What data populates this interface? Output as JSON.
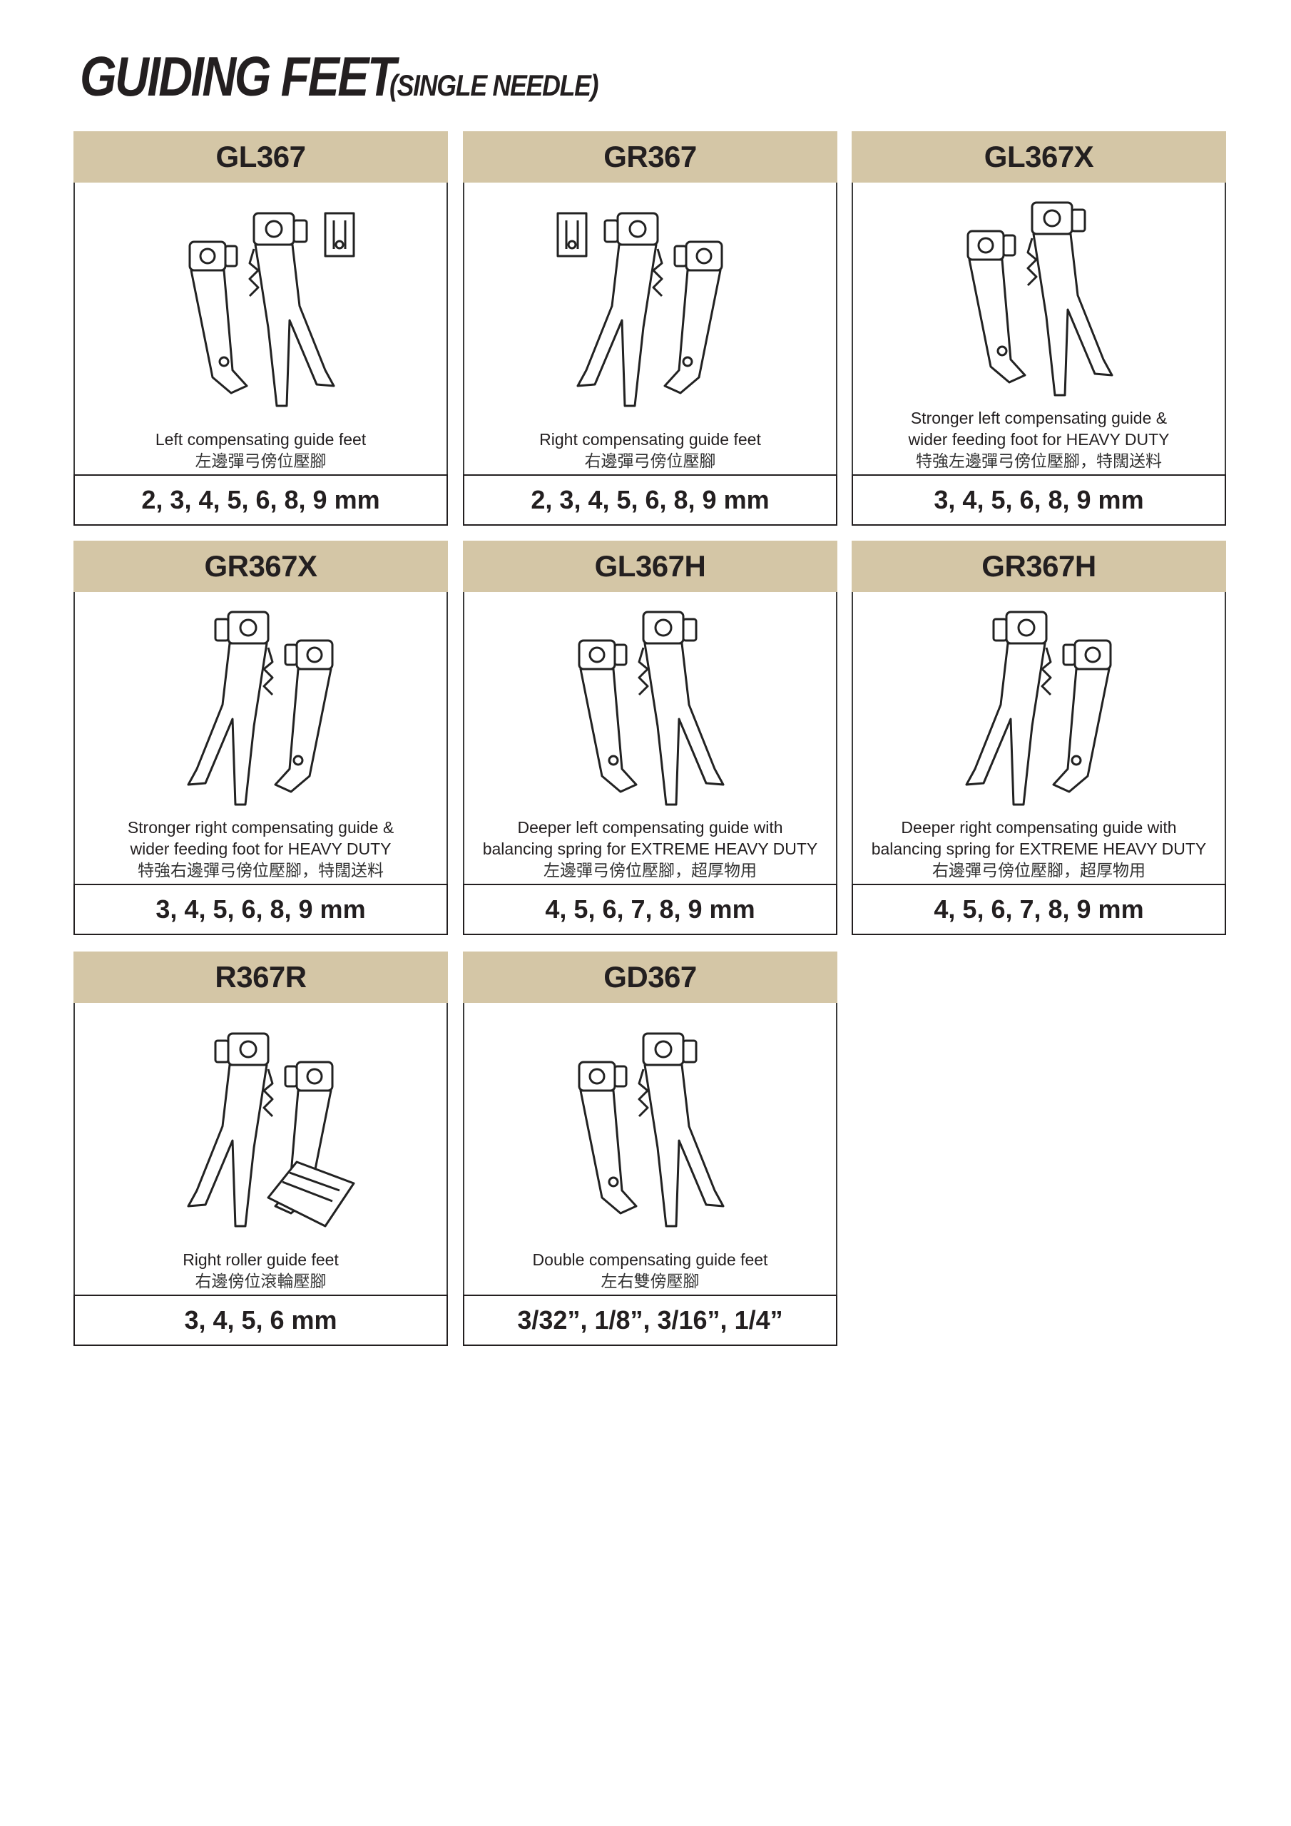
{
  "page": {
    "title": "GUIDING FEET",
    "subtitle": "(SINGLE NEEDLE)"
  },
  "colors": {
    "header_bg": "#d4c6a6",
    "text": "#231f20"
  },
  "products": [
    {
      "model": "GL367",
      "desc_en": [
        "Left compensating guide feet"
      ],
      "desc_zh": "左邊彈弓傍位壓腳",
      "sizes": "2, 3, 4, 5, 6, 8, 9 mm",
      "icon": "left-compensating-foot-illustration"
    },
    {
      "model": "GR367",
      "desc_en": [
        "Right compensating guide feet"
      ],
      "desc_zh": "右邊彈弓傍位壓腳",
      "sizes": "2, 3, 4, 5, 6, 8, 9 mm",
      "icon": "right-compensating-foot-illustration"
    },
    {
      "model": "GL367X",
      "desc_en": [
        "Stronger left compensating guide &",
        "wider feeding foot for HEAVY DUTY"
      ],
      "desc_zh": "特強左邊彈弓傍位壓腳，特闊送料",
      "sizes": "3, 4, 5, 6, 8, 9 mm",
      "icon": "heavy-duty-left-foot-illustration"
    },
    {
      "model": "GR367X",
      "desc_en": [
        "Stronger right compensating guide &",
        "wider feeding foot for HEAVY DUTY"
      ],
      "desc_zh": "特強右邊彈弓傍位壓腳，特闊送料",
      "sizes": "3, 4, 5, 6, 8, 9 mm",
      "icon": "heavy-duty-right-foot-illustration"
    },
    {
      "model": "GL367H",
      "desc_en": [
        "Deeper left compensating guide with",
        "balancing spring for EXTREME HEAVY DUTY"
      ],
      "desc_zh": "左邊彈弓傍位壓腳，超厚物用",
      "sizes": "4, 5, 6, 7, 8, 9 mm",
      "icon": "deep-left-foot-illustration"
    },
    {
      "model": "GR367H",
      "desc_en": [
        "Deeper right compensating guide with",
        "balancing spring for EXTREME HEAVY DUTY"
      ],
      "desc_zh": "右邊彈弓傍位壓腳，超厚物用",
      "sizes": "4, 5, 6, 7, 8, 9 mm",
      "icon": "deep-right-foot-illustration"
    },
    {
      "model": "R367R",
      "desc_en": [
        "Right roller guide feet"
      ],
      "desc_zh": "右邊傍位滾輪壓腳",
      "sizes": "3, 4, 5, 6 mm",
      "icon": "roller-foot-illustration"
    },
    {
      "model": "GD367",
      "desc_en": [
        "Double compensating guide feet"
      ],
      "desc_zh": "左右雙傍壓腳",
      "sizes": "3/32”, 1/8”, 3/16”, 1/4”",
      "icon": "double-compensating-foot-illustration"
    }
  ]
}
